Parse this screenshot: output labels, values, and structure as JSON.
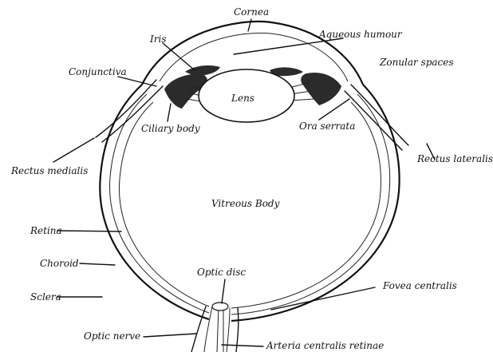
{
  "diagram": {
    "labels": {
      "cornea": "Cornea",
      "iris": "Iris",
      "aqueous_humour": "Aqueous humour",
      "zonular_spaces": "Zonular spaces",
      "conjunctiva": "Conjunctiva",
      "lens": "Lens",
      "ciliary_body": "Ciliary body",
      "ora_serrata": "Ora serrata",
      "rectus_medialis": "Rectus medialis",
      "rectus_lateralis": "Rectus lateralis",
      "vitreous_body": "Vitreous Body",
      "retina": "Retina",
      "choroid": "Choroid",
      "sclera": "Sclera",
      "optic_disc": "Optic disc",
      "fovea_centralis": "Fovea centralis",
      "optic_nerve": "Optic nerve",
      "arteria_centralis_retinae": "Arteria centralis retinae"
    }
  }
}
